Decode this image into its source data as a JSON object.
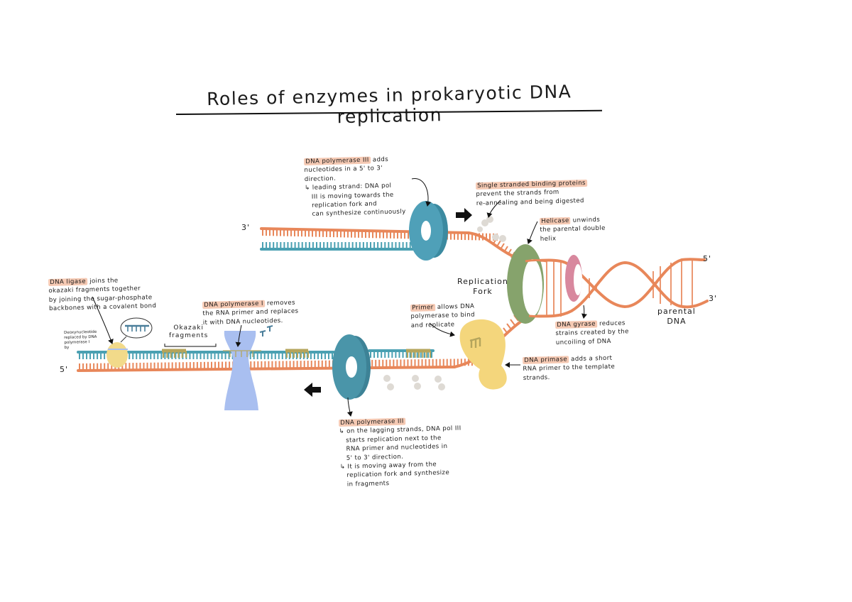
{
  "title": "Roles of enzymes in prokaryotic DNA replication",
  "strand_labels": {
    "top_left": "3'",
    "right_top": "5'",
    "right_bottom": "3'",
    "bottom_left": "5'"
  },
  "labels": {
    "replication_fork": [
      "Replication",
      "Fork"
    ],
    "parental_dna": [
      "parental",
      "DNA"
    ],
    "okazaki": [
      "Okazaki",
      "fragments"
    ]
  },
  "notes": {
    "pol3_leading": {
      "term": "DNA polymerase III",
      "lines": [
        " adds",
        "nucleotides in a 5' to 3'",
        "direction.",
        "↳ leading strand: DNA pol",
        "   III is moving towards the",
        "   replication fork and",
        "   can synthesize continuously"
      ]
    },
    "ssb": {
      "term": "Single stranded binding proteins",
      "lines": [
        "prevent the strands from",
        "re-annealing and being digested"
      ]
    },
    "helicase": {
      "term": "Helicase",
      "lines": [
        " unwinds",
        "the parental double",
        "helix"
      ]
    },
    "ligase": {
      "term": "DNA ligase",
      "lines": [
        " joins the",
        "okazaki fragments together",
        "by joining the sugar-phosphate",
        "backbones with a covalent bond"
      ]
    },
    "pol1": {
      "term": "DNA polymerase I",
      "lines": [
        " removes",
        "the RNA primer and replaces",
        "it with DNA nucleotides."
      ]
    },
    "primer": {
      "term": "Primer",
      "lines": [
        " allows DNA",
        "polymerase to bind",
        "and replicate"
      ]
    },
    "gyrase": {
      "term": "DNA gyrase",
      "lines": [
        " reduces",
        "strains created by the",
        "uncoiling of DNA"
      ]
    },
    "primase": {
      "term": "DNA primase",
      "lines": [
        " adds a short",
        "RNA primer to the template",
        "strands."
      ]
    },
    "pol3_lagging": {
      "term": "DNA polymerase III",
      "lines": [
        "",
        "↳ on the lagging strands, DNA pol III",
        "   starts replication next to the",
        "   RNA primer and nucleotides in",
        "   5' to 3' direction.",
        "↳ It is moving away from the",
        "   replication fork and synthesize",
        "   in fragments"
      ]
    },
    "tiny": {
      "lines": [
        "Deoxynucleotide",
        "replaced by DNA",
        "polymerase I",
        "by"
      ]
    }
  },
  "colors": {
    "template": "#e8875a",
    "new_strand": "#4aa0b2",
    "primer": "#b5a55c",
    "pol3": "#4fa0b8",
    "helicase": "#86a36c",
    "gyrase": "#d8889e",
    "primase": "#f4d67c",
    "pol1": "#a9bff0",
    "ligase": "#f2da8a",
    "ssb": "#dedad4",
    "highlight": "#f5c9b3"
  }
}
